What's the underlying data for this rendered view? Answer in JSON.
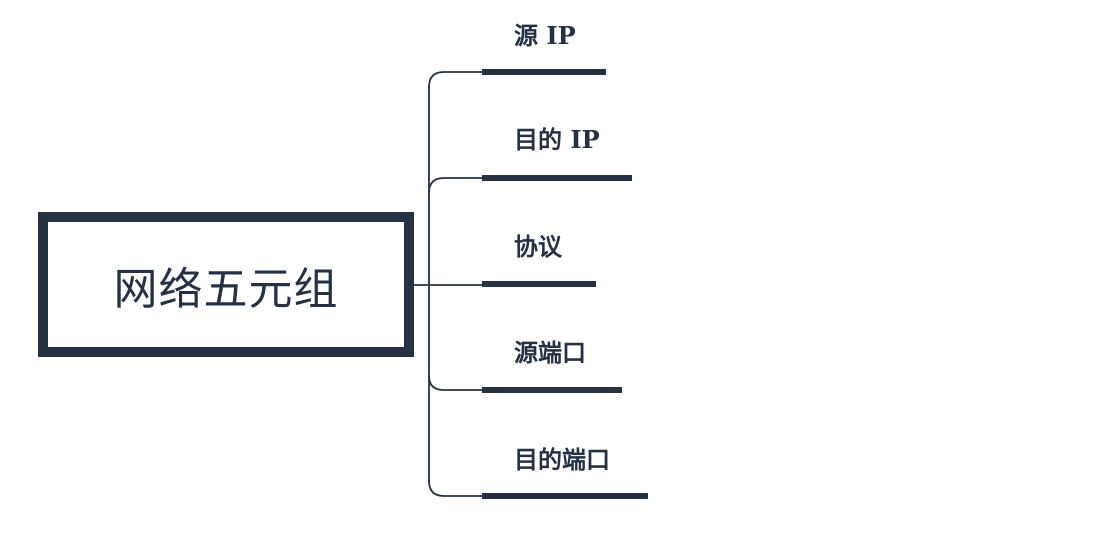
{
  "mindmap": {
    "root": {
      "title": "网络五元组"
    },
    "branches": [
      {
        "label": "源 IP"
      },
      {
        "label": "目的 IP"
      },
      {
        "label": "协议"
      },
      {
        "label": "源端口"
      },
      {
        "label": "目的端口"
      }
    ]
  },
  "colors": {
    "ink": "#253246",
    "background": "#ffffff"
  }
}
